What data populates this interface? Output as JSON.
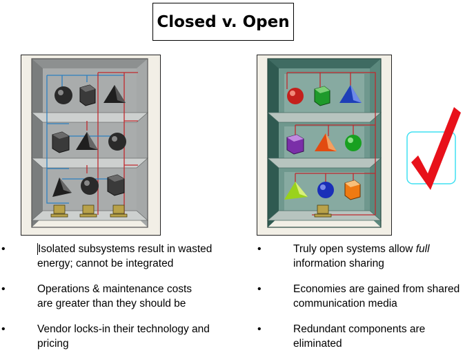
{
  "title": "Closed v. Open",
  "closed": {
    "bullets": [
      {
        "text": "Isolated subsystems result in wasted\nenergy; cannot be integrated"
      },
      {
        "text": "Operations & maintenance costs\nare greater than they should be"
      },
      {
        "text": "Vendor locks-in their technology and\npricing"
      }
    ]
  },
  "open": {
    "bullets": [
      {
        "before": "Truly open systems allow ",
        "emph": "full",
        "after": "\ninformation sharing"
      },
      {
        "text": "Economies are gained from shared\ncommunication media"
      },
      {
        "text": "Redundant components are\neliminated"
      }
    ]
  },
  "colors": {
    "check": "#e8111a",
    "check_frame": "#3ee0f2",
    "wire_blue": "#2b7fc0",
    "wire_red": "#c0282d",
    "shelf_gray": "#b9bcbc",
    "shelf_green": "#4f7f73"
  },
  "icons": [
    "checkmark-icon",
    "sphere-icon",
    "cube-icon",
    "pyramid-icon",
    "computer-icon"
  ]
}
